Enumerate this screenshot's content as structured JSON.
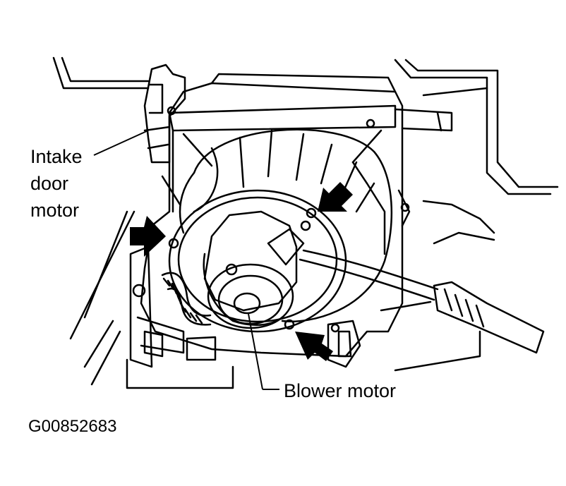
{
  "labels": {
    "intake_line1": "Intake",
    "intake_line2": "door",
    "intake_line3": "motor",
    "blower_motor": "Blower motor",
    "figure_code": "G00852683"
  }
}
